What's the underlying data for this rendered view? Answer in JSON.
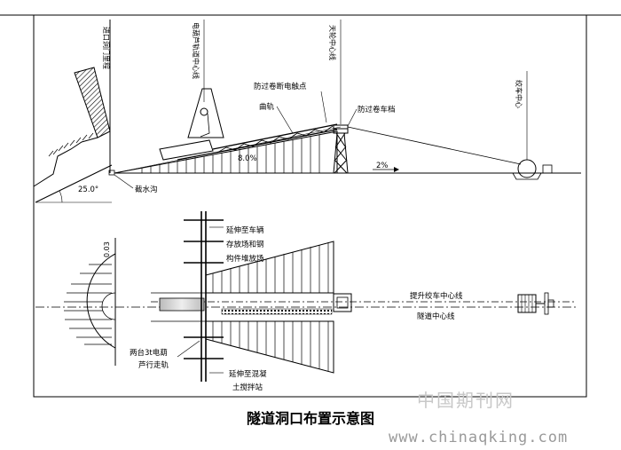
{
  "caption": "隧道洞口布置示意图",
  "watermark": {
    "cn": "中国期刊网",
    "url": "www.chinaqking.com"
  },
  "profile_labels": {
    "portal_face": "进口洞门里程",
    "crane_track_center": "电葫芦轨道中心线",
    "hoist_center": "天轮中心线",
    "winch_center": "绞车中心",
    "anti_break_contact": "防过卷断电触点",
    "curved_rail": "曲轨",
    "anti_overwind_stop": "防过卷车档",
    "slope_pct": "8.0%",
    "grade": "2%",
    "angle": "25.0°",
    "drain": "截水沟"
  },
  "plan_labels": {
    "scale_mark": "0.03",
    "extend_storage_1": "延伸至车辆",
    "extend_storage_2": "存放场和钢",
    "extend_storage_3": "构件堆放场",
    "hoist_winch_center": "提升绞车中心线",
    "tunnel_center": "隧道中心线",
    "crane_track_1": "两台3t电葫",
    "crane_track_2": "芦行走轨",
    "extend_mix_1": "延伸至混凝",
    "extend_mix_2": "土搅拌站"
  }
}
